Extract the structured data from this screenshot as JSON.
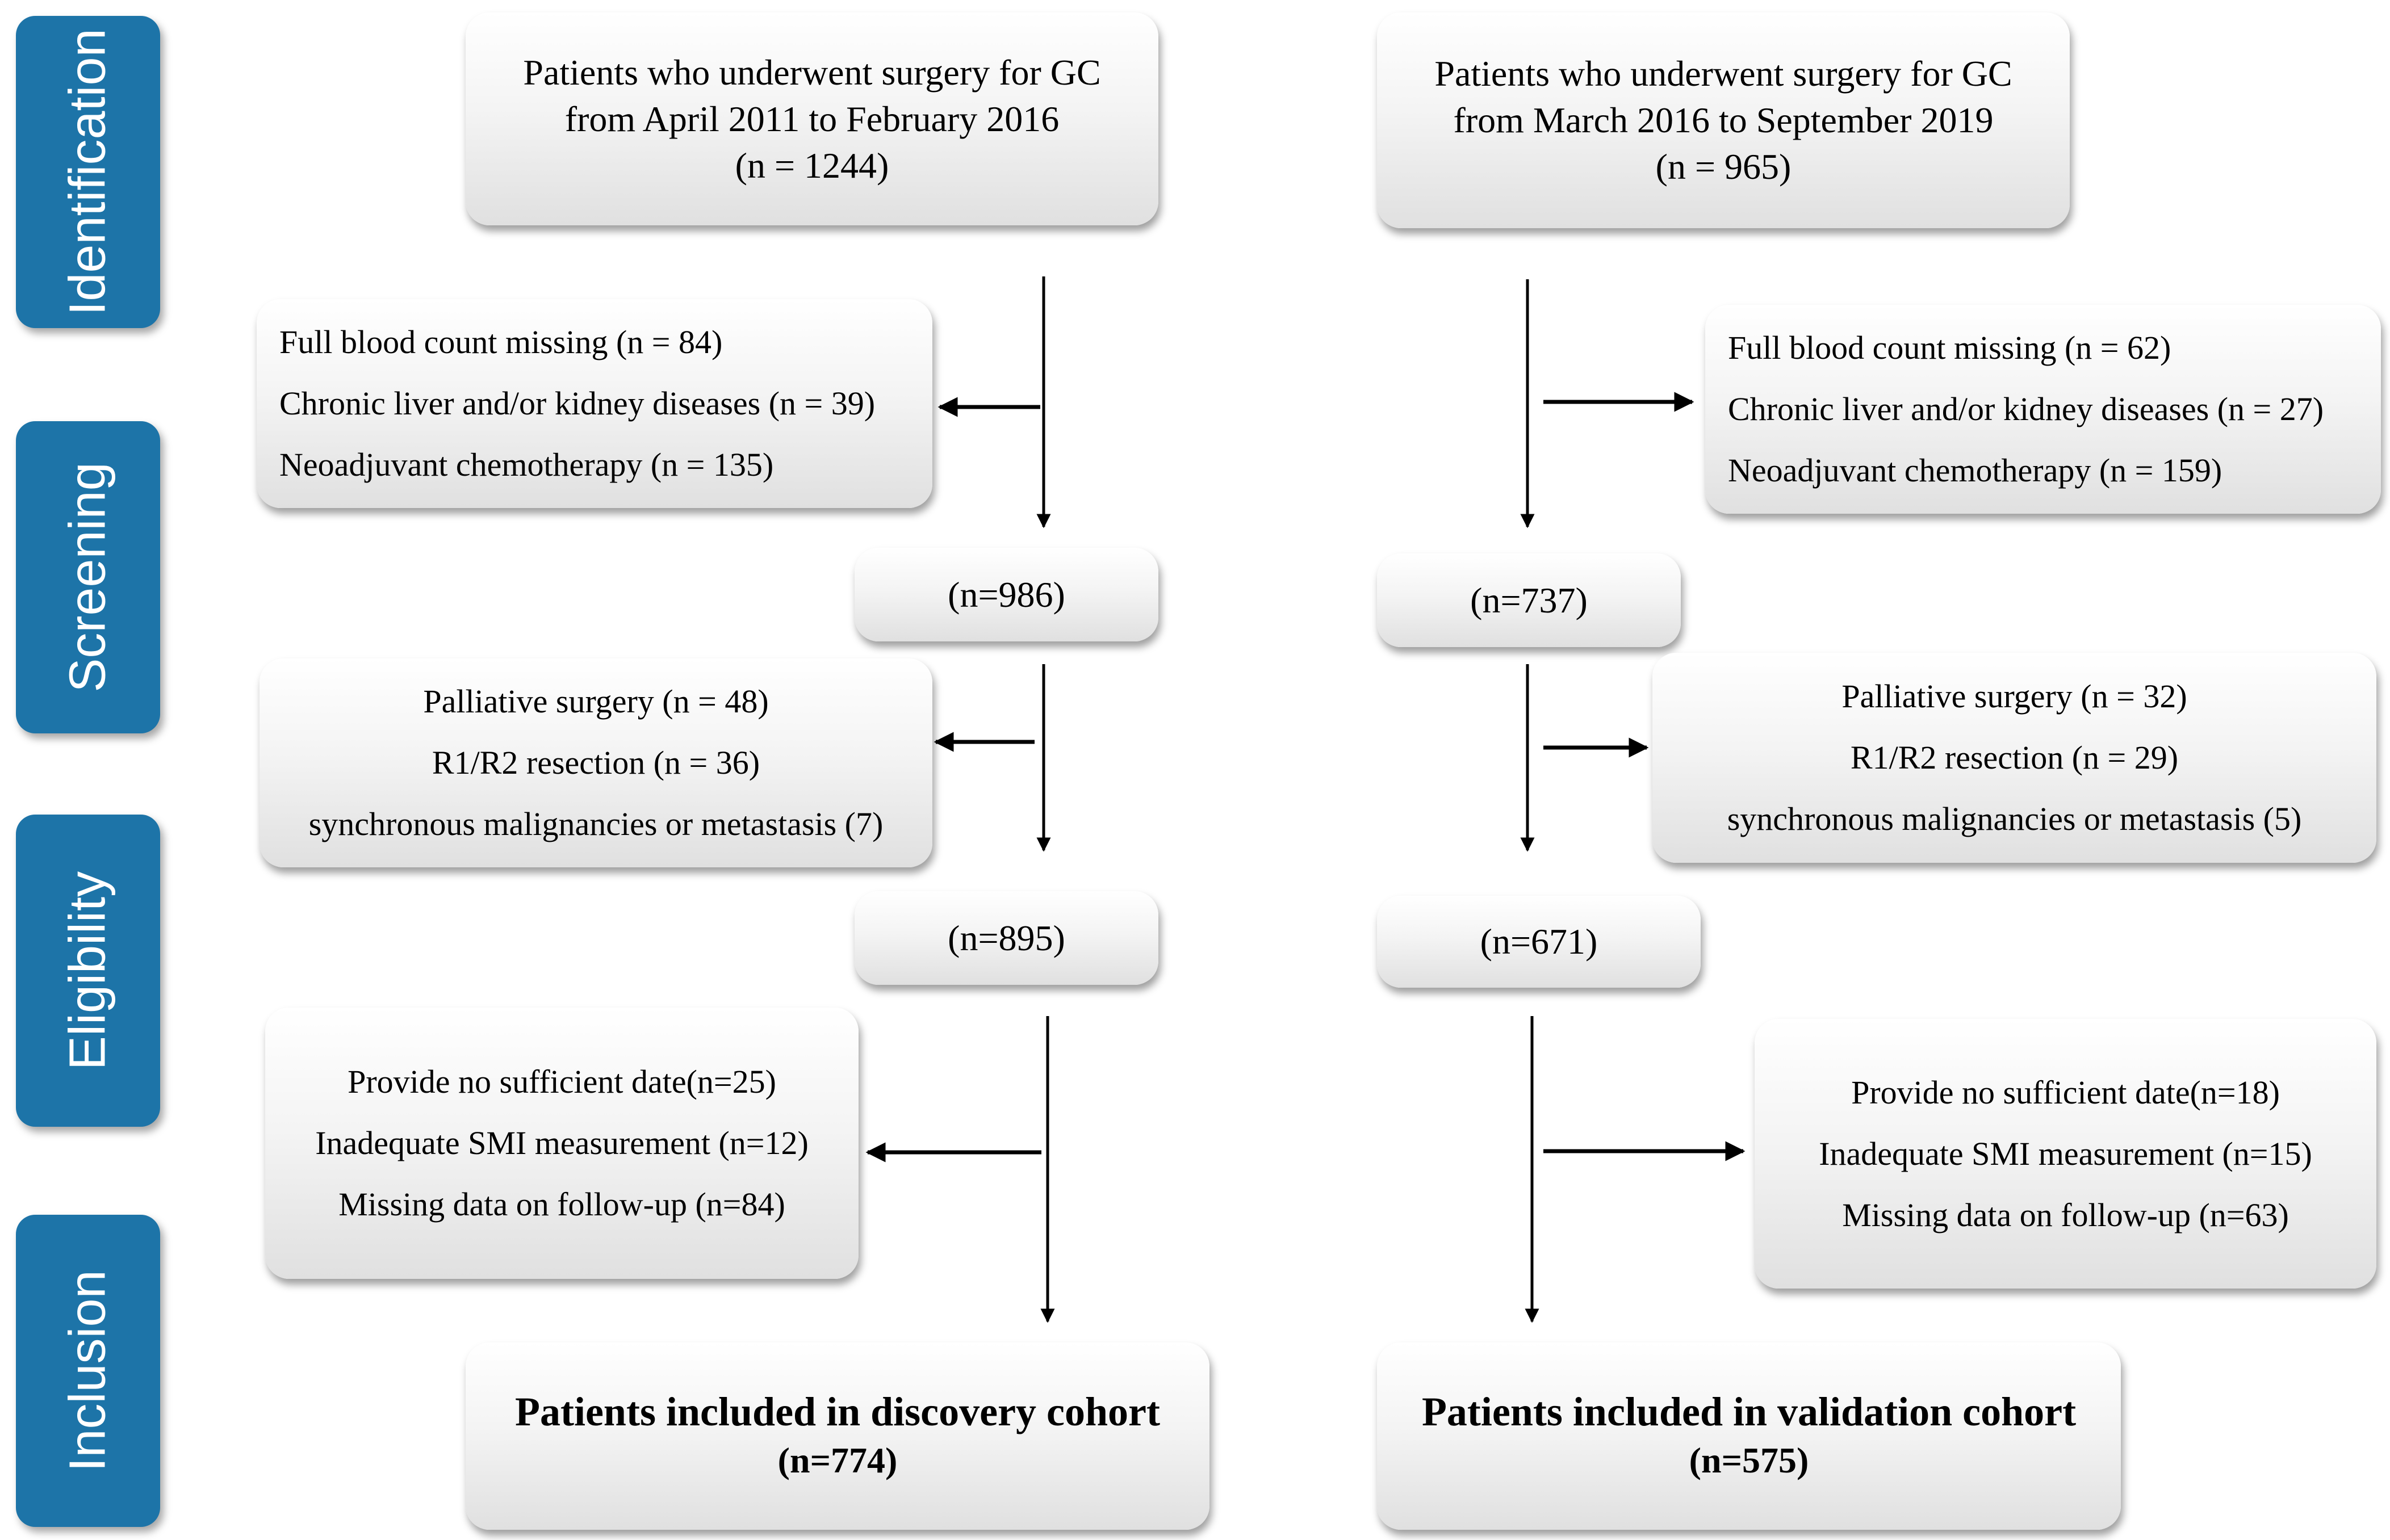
{
  "stages": [
    "Identification",
    "Screening",
    "Eligibility",
    "Inclusion"
  ],
  "discovery": {
    "source": [
      "Patients who underwent surgery for GC",
      "from April 2011 to February 2016",
      "(n = 1244)"
    ],
    "exclusion1": [
      "Full blood count missing (n = 84)",
      "Chronic liver and/or kidney diseases  (n = 39)",
      "Neoadjuvant chemotherapy (n = 135)"
    ],
    "count1": "(n=986)",
    "exclusion2": [
      "Palliative surgery (n = 48)",
      "R1/R2 resection (n = 36)",
      "synchronous malignancies or metastasis (7)"
    ],
    "count2": "(n=895)",
    "exclusion3": [
      "Provide no sufficient date(n=25)",
      "Inadequate SMI measurement (n=12)",
      "Missing data on follow-up (n=84)"
    ],
    "final": [
      "Patients included in discovery cohort",
      "(n=774)"
    ]
  },
  "validation": {
    "source": [
      "Patients who underwent surgery for GC",
      "from March 2016 to September 2019",
      "(n = 965)"
    ],
    "exclusion1": [
      "Full blood count missing (n = 62)",
      "Chronic liver and/or kidney diseases  (n = 27)",
      "Neoadjuvant chemotherapy (n = 159)"
    ],
    "count1": "(n=737)",
    "exclusion2": [
      "Palliative surgery (n = 32)",
      "R1/R2 resection (n = 29)",
      "synchronous malignancies or metastasis (5)"
    ],
    "count2": "(n=671)",
    "exclusion3": [
      "Provide no sufficient date(n=18)",
      "Inadequate SMI measurement (n=15)",
      "Missing data on follow-up (n=63)"
    ],
    "final": [
      "Patients included in validation cohort",
      "(n=575)"
    ]
  },
  "colors": {
    "stage_fill": "#1d74a8",
    "stage_text": "#ffffff",
    "box_fill": "#efefef",
    "arrow": "#000000"
  }
}
